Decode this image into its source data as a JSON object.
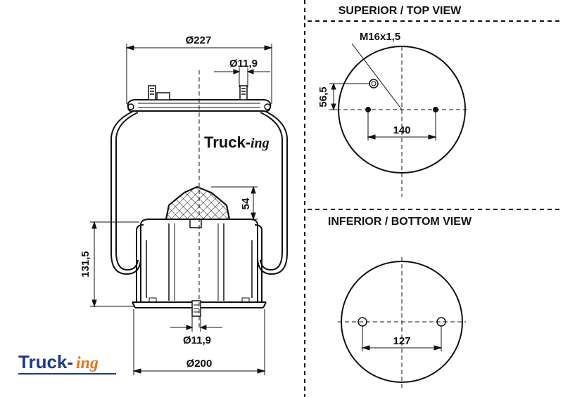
{
  "views": {
    "top_title": "SUPERIOR / TOP VIEW",
    "bottom_title": "INFERIOR / BOTTOM VIEW"
  },
  "dimensions": {
    "top_diameter": "Ø227",
    "top_stud_diameter": "Ø11,9",
    "cone_height": "54",
    "piston_height": "131,5",
    "bottom_stud_diameter": "Ø11,9",
    "bottom_diameter": "Ø200",
    "thread": "M16x1,5",
    "air_offset": "56,5",
    "top_bolt_spacing": "140",
    "bottom_bolt_spacing": "127"
  },
  "brand": {
    "main": "Truck-",
    "suffix": "ing"
  },
  "colors": {
    "brand_blue": "#1e3a8a",
    "brand_orange": "#e8731a",
    "line": "#111111"
  }
}
